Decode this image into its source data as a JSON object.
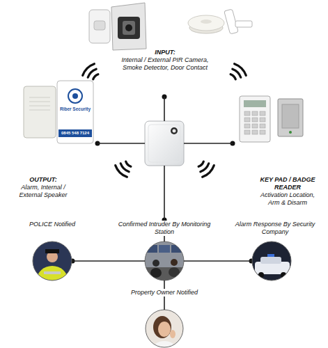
{
  "diagram": {
    "nodes": [
      {
        "text": [
          "INPUT:",
          "Internal / External PIR Camera, Smoke Detector, Door Contact"
        ]
      },
      {
        "text": [
          "OUTPUT:",
          "Alarm, Internal / External Speaker"
        ]
      },
      {
        "text": []
      },
      {
        "text": [
          "KEY PAD / BADGE READER",
          "Activation Location, Arm & Disarm"
        ]
      },
      {
        "text": [
          "POLICE Notified"
        ]
      },
      {
        "text": [
          "Confirmed Intruder By Monitoring Station"
        ]
      },
      {
        "text": [
          "Alarm Response By Security Company"
        ]
      },
      {
        "text": [
          "Property Owner Notified"
        ]
      }
    ],
    "edges": [
      {
        "from": 2,
        "to": 0,
        "arrow": "none"
      },
      {
        "from": 2,
        "to": 1,
        "arrow": "none"
      },
      {
        "from": 2,
        "to": 3,
        "arrow": "none"
      },
      {
        "from": 2,
        "to": 5,
        "arrow": "none"
      },
      {
        "from": 5,
        "to": 4,
        "arrow": "none"
      },
      {
        "from": 5,
        "to": 6,
        "arrow": "none"
      },
      {
        "from": 5,
        "to": 7,
        "arrow": "none"
      }
    ],
    "labels": [
      "Riber Security",
      "0845 548 7124"
    ]
  }
}
